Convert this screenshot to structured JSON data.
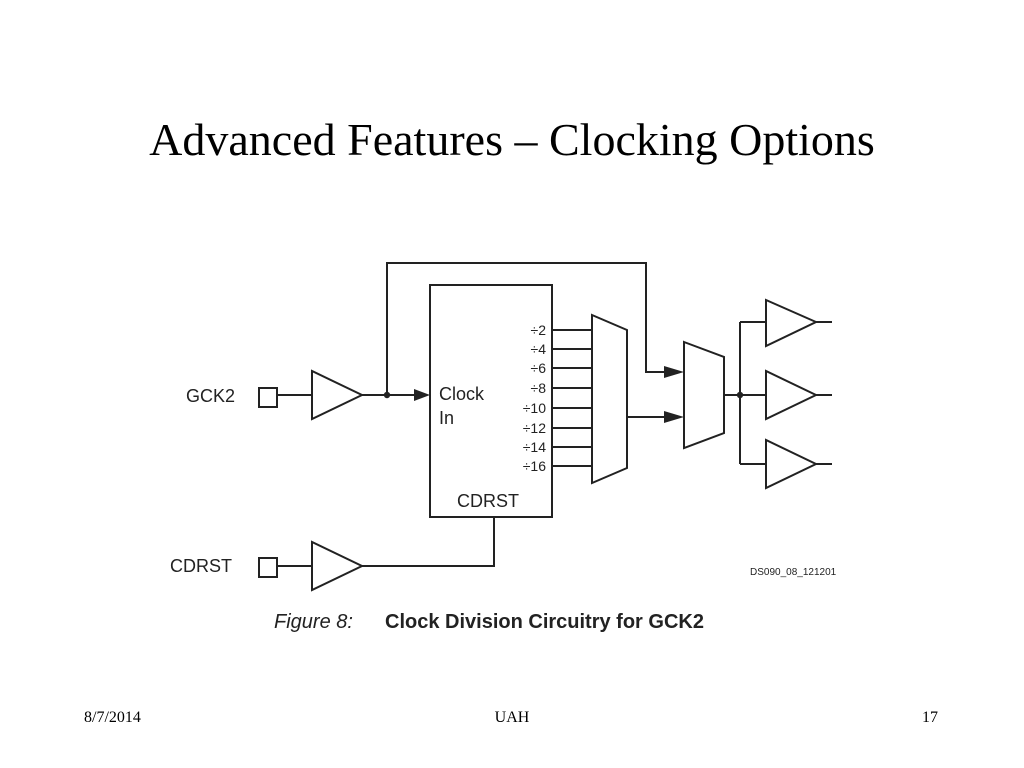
{
  "slide": {
    "title": "Advanced Features – Clocking Options"
  },
  "diagram": {
    "input_gck2": "GCK2",
    "input_cdrst": "CDRST",
    "clock_in_line1": "Clock",
    "clock_in_line2": "In",
    "block_cdrst": "CDRST",
    "dividers": [
      "÷2",
      "÷4",
      "÷6",
      "÷8",
      "÷10",
      "÷12",
      "÷14",
      "÷16"
    ],
    "doc_id": "DS090_08_121201",
    "caption_prefix": "Figure 8:",
    "caption_title": "Clock Division Circuitry for GCK2"
  },
  "footer": {
    "date": "8/7/2014",
    "center": "UAH",
    "page": "17"
  }
}
